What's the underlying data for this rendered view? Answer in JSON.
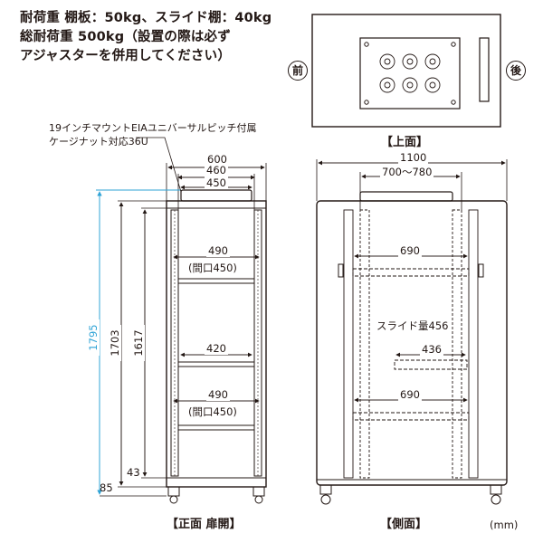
{
  "specs": {
    "line1": "耐荷重 棚板：50kg、スライド棚：40kg",
    "line2": "総耐荷重 500kg（設置の際は必ず",
    "line3": "アジャスターを併用してください）"
  },
  "top_view": {
    "front_label": "前",
    "back_label": "後",
    "caption": "【上面】"
  },
  "front_view": {
    "note_line1": "19インチマウントEIAユニバーサルピッチ付属",
    "note_line2": "ケージナット対応36U",
    "dim_600": "600",
    "dim_460": "460",
    "dim_450": "450",
    "dim_490_a": "490",
    "dim_opening_a": "(間口450)",
    "dim_420": "420",
    "dim_490_b": "490",
    "dim_opening_b": "(間口450)",
    "dim_1795": "1795",
    "dim_1703": "1703",
    "dim_1617": "1617",
    "dim_85": "85",
    "dim_43": "43",
    "caption": "【正面 扉開】"
  },
  "side_view": {
    "dim_1100": "1100",
    "dim_700_780": "700〜780",
    "dim_690_a": "690",
    "slide_label": "スライド量456",
    "dim_436": "436",
    "dim_690_b": "690",
    "caption": "【側面】"
  },
  "unit": "(mm)"
}
